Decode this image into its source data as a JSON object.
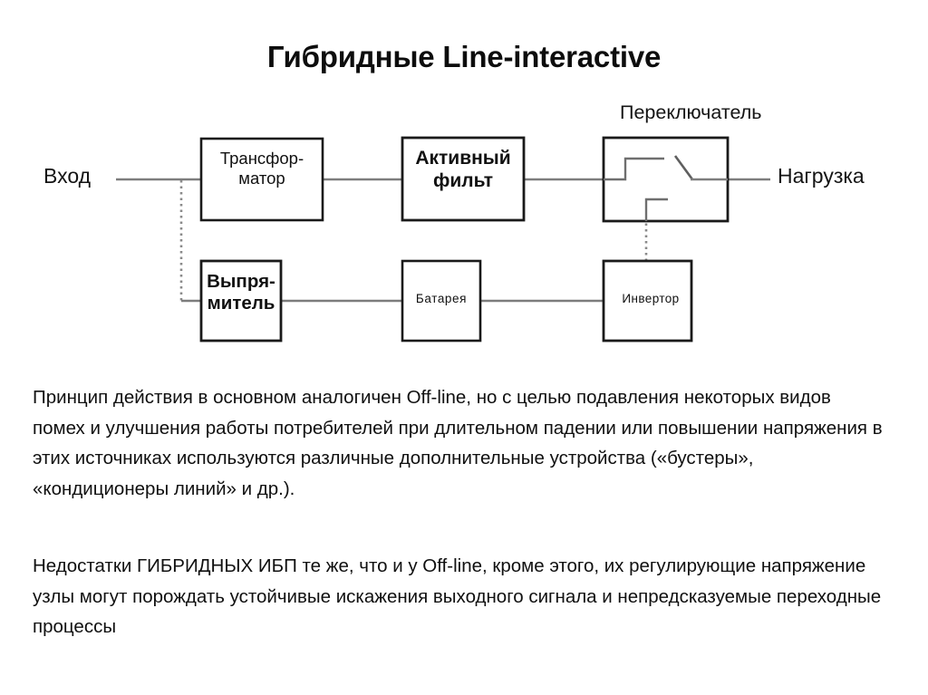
{
  "slide": {
    "title": "Гибридные Line-interactive",
    "background": "#ffffff",
    "text_color": "#101010",
    "line_color": "#808080",
    "box_border_color": "#1a1a1a"
  },
  "diagram": {
    "type": "block-diagram",
    "input_label": "Вход",
    "output_label": "Нагрузка",
    "switch_caption": "Переключатель",
    "blocks": [
      {
        "id": "transformer",
        "label_line1": "Трансфор-",
        "label_line2": "матор",
        "bold": false,
        "row": "top"
      },
      {
        "id": "active-filter",
        "label_line1": "Активный",
        "label_line2": "фильт",
        "bold": true,
        "row": "top"
      },
      {
        "id": "switch",
        "label_line1": "",
        "label_line2": "",
        "bold": false,
        "row": "top"
      },
      {
        "id": "rectifier",
        "label_line1": "Выпря-",
        "label_line2": "митель",
        "bold": true,
        "row": "bottom"
      },
      {
        "id": "battery",
        "label_line1": "Батарея",
        "label_line2": "",
        "bold": false,
        "row": "bottom"
      },
      {
        "id": "inverter",
        "label_line1": "Инвертор",
        "label_line2": "",
        "bold": false,
        "row": "bottom"
      }
    ],
    "connections": [
      {
        "from": "input",
        "to": "transformer",
        "style": "solid"
      },
      {
        "from": "transformer",
        "to": "active-filter",
        "style": "solid"
      },
      {
        "from": "active-filter",
        "to": "switch",
        "style": "solid"
      },
      {
        "from": "switch",
        "to": "output",
        "style": "solid"
      },
      {
        "from": "input",
        "to": "rectifier",
        "style": "dotted"
      },
      {
        "from": "rectifier",
        "to": "battery",
        "style": "solid"
      },
      {
        "from": "battery",
        "to": "inverter",
        "style": "solid"
      },
      {
        "from": "inverter",
        "to": "switch",
        "style": "dotted"
      }
    ]
  },
  "content": {
    "paragraph_1": "Принцип действия в основном аналогичен Off-line, но с целью подавления некоторых видов помех и улучшения работы потребителей при длительном падении или повышении напряжения в этих источниках используются различные дополнительные устройства («бустеры», «кондиционеры линий» и др.).",
    "paragraph_2": " Недостатки ГИБРИДНЫХ ИБП те же, что и у Off-line, кроме этого, их регулирующие напряжение узлы могут порождать устойчивые искажения выходного сигнала и непредсказуемые переходные процессы"
  }
}
